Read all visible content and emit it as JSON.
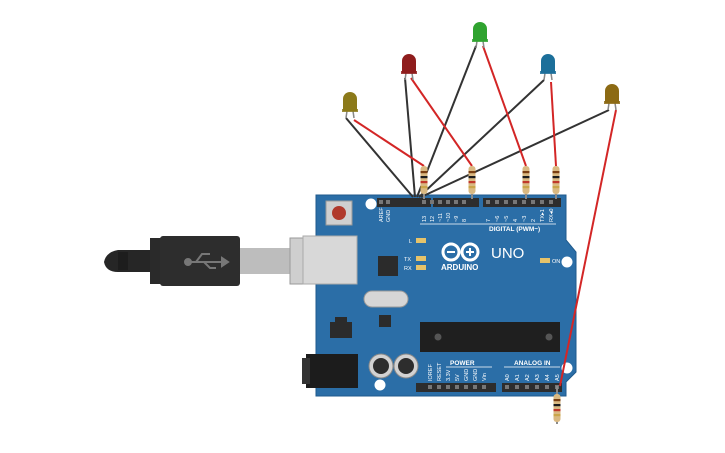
{
  "board": {
    "brand": "ARDUINO",
    "model": "UNO",
    "digital_header": "DIGITAL (PWM~)",
    "power_header": "POWER",
    "analog_header": "ANALOG IN",
    "on_label": "ON",
    "led_labels": {
      "l": "L",
      "tx": "TX",
      "rx": "RX"
    },
    "top_pins": [
      "AREF",
      "GND",
      "13",
      "12",
      "~11",
      "~10",
      "~9",
      "8",
      "7",
      "~6",
      "~5",
      "4",
      "~3",
      "2",
      "TX▸1",
      "RX◂0"
    ],
    "power_pins": [
      "IOREF",
      "RESET",
      "3.3V",
      "5V",
      "GND",
      "GND",
      "Vin"
    ],
    "analog_pins": [
      "A0",
      "A1",
      "A2",
      "A3",
      "A4",
      "A5"
    ],
    "colors": {
      "pcb": "#2b6ea7",
      "header": "#2d2d2d",
      "trace": "#ffffff"
    }
  },
  "leds": [
    {
      "color": "olive",
      "hex": "#8c7a1a"
    },
    {
      "color": "red",
      "hex": "#8f1d1d"
    },
    {
      "color": "green",
      "hex": "#2fa32f"
    },
    {
      "color": "blue",
      "hex": "#1c6f9a"
    },
    {
      "color": "amber",
      "hex": "#8c6a14"
    }
  ],
  "wires": {
    "ground": "#333333",
    "signal": "#d32626"
  },
  "usb_cable": {
    "color": "#262626"
  }
}
